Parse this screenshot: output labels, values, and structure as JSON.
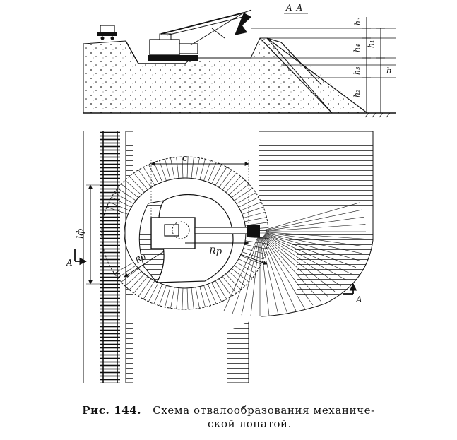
{
  "section": {
    "label": "A–A"
  },
  "heights": {
    "h3_top": "h₃",
    "h4": "h₄",
    "h1": "h₁",
    "h3_mid": "h₃",
    "h2": "h₂",
    "h": "h"
  },
  "plan": {
    "c": "c",
    "lf": "lф",
    "rp": "Rр",
    "ru": "Rи",
    "a_left": "A",
    "a_right": "A"
  },
  "caption": {
    "prefix": "Рис. 144.",
    "line1": "Схема отвалообразования механиче-",
    "line2": "ской лопатой."
  }
}
